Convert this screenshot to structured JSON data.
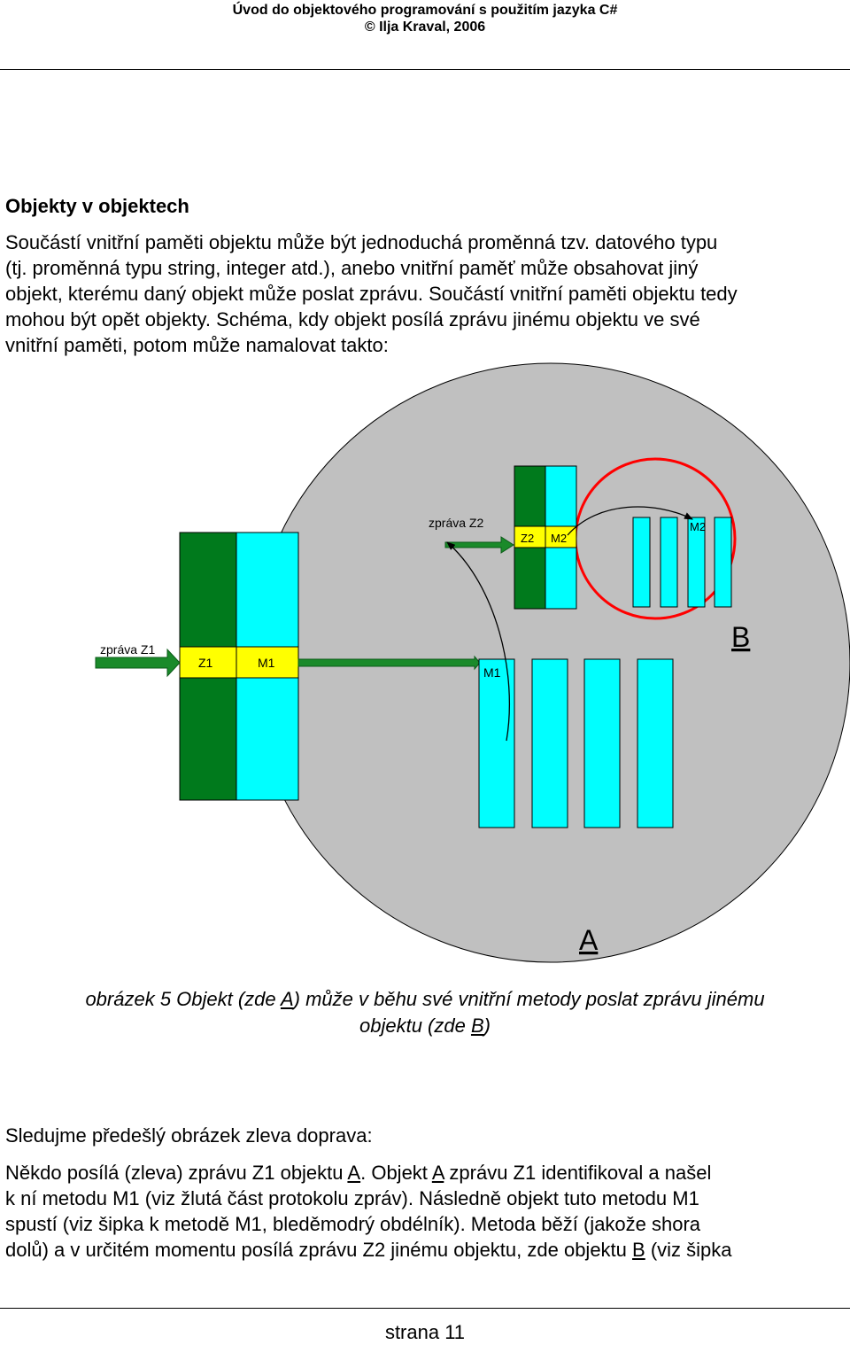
{
  "header": {
    "title": "Úvod do objektového programování s použitím jazyka C#",
    "copyright": "© Ilja Kraval, 2006"
  },
  "section": {
    "heading": "Objekty v objektech",
    "intro_lines": [
      "Součástí vnitřní paměti objektu může být jednoduchá proměnná tzv. datového typu",
      "(tj. proměnná typu string, integer atd.), anebo vnitřní paměť může obsahovat jiný",
      "objekt, kterému daný objekt může poslat zprávu. Součástí vnitřní paměti objektu tedy",
      "mohou být opět objekty. Schéma, kdy objekt posílá zprávu jinému objektu ve své",
      "vnitřní paměti, potom může namalovat takto:"
    ]
  },
  "diagram": {
    "label_zprava_z1": "zpráva Z1",
    "label_zprava_z2": "zpráva Z2",
    "label_z1": "Z1",
    "label_m1_protocol": "M1",
    "label_m1_method": "M1",
    "label_z2": "Z2",
    "label_m2_protocol": "M2",
    "label_m2_method": "M2",
    "label_object_a": "A",
    "label_object_b": "B",
    "colors": {
      "protocol_green": "#007a1c",
      "method_cyan": "#00ffff",
      "protocol_yellow": "#ffff00",
      "object_gray": "#c0c0c0",
      "circle_red": "#ff0000",
      "arrow_green": "#1a8a2a"
    }
  },
  "caption": {
    "prefix": "obrázek 5 Objekt (zde ",
    "a": "A",
    "middle": ") může v běhu své vnitřní metody poslat zprávu jinému",
    "line2_prefix": "objektu (zde ",
    "b": "B",
    "line2_suffix": ")"
  },
  "body": {
    "line1": "Sledujme předešlý obrázek zleva doprava:",
    "p2_l1_a": "Někdo posílá (zleva) zprávu Z1 objektu ",
    "p2_l1_A1": "A",
    "p2_l1_b": ". Objekt ",
    "p2_l1_A2": "A",
    "p2_l1_c": " zprávu Z1 identifikoval a našel",
    "p2_l2": "k ní metodu M1 (viz žlutá část protokolu zpráv). Následně objekt tuto metodu M1",
    "p2_l3": "spustí (viz šipka k metodě M1, bleděmodrý obdélník). Metoda běží (jakože shora",
    "p2_l4_a": "dolů) a v určitém momentu posílá zprávu Z2 jinému objektu, zde objektu ",
    "p2_l4_B": "B",
    "p2_l4_b": " (viz šipka"
  },
  "footer": {
    "page": "strana 11"
  }
}
